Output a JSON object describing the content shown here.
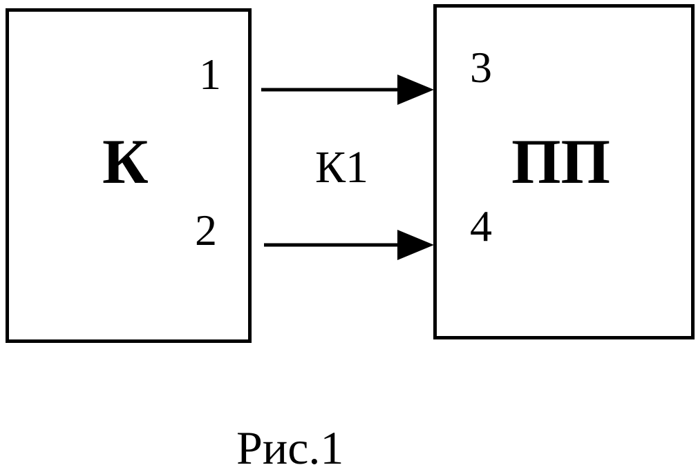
{
  "left_block": {
    "label": "К",
    "port_1": "1",
    "port_2": "2"
  },
  "right_block": {
    "label": "ПП",
    "port_3": "3",
    "port_4": "4"
  },
  "connection_label": "К1",
  "caption": "Рис.1"
}
